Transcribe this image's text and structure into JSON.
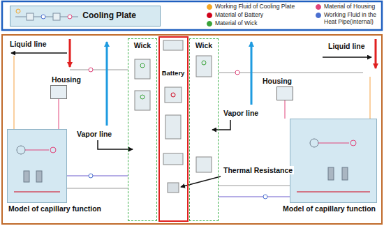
{
  "diagram": {
    "nodes": [
      {
        "text": [
          "Cooling Plate"
        ]
      },
      {
        "text": [
          "Wick"
        ]
      },
      {
        "text": [
          "Battery"
        ]
      },
      {
        "text": [
          "Wick"
        ]
      },
      {
        "text": [
          "Housing"
        ]
      },
      {
        "text": [
          "Housing"
        ]
      },
      {
        "text": [
          "Model of capillary function"
        ]
      },
      {
        "text": [
          "Model of capillary function"
        ]
      }
    ],
    "labels": [
      "Liquid line",
      "Liquid line",
      "Vapor line",
      "Vapor line",
      "Thermal Resistance"
    ],
    "legend": [
      {
        "text": "Working Fluid of Cooling Plate",
        "color": "#f5a623"
      },
      {
        "text": "Material of Battery",
        "color": "#d0021b"
      },
      {
        "text": "Material of Wick",
        "color": "#3aa33a"
      },
      {
        "text": "Material of Housing",
        "color": "#e0457b"
      },
      {
        "text": "Working Fluid in the Heat Pipe(internal)",
        "color": "#4a6fd0"
      }
    ]
  }
}
